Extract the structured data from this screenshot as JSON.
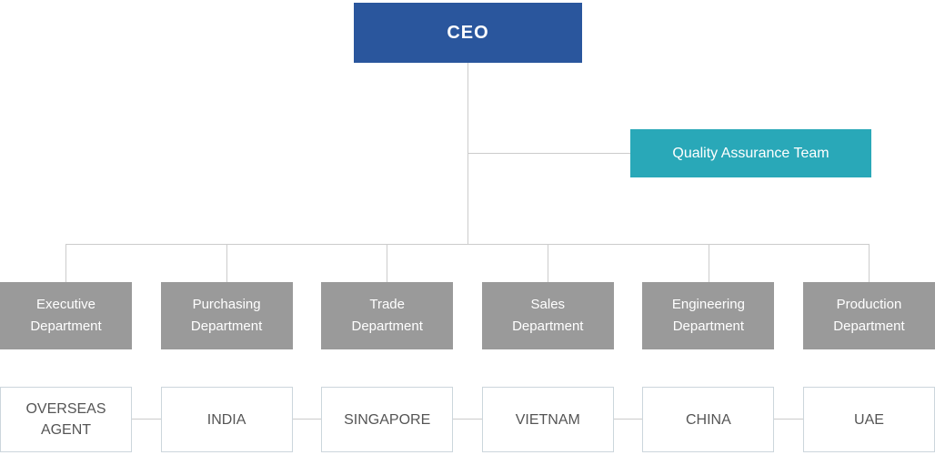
{
  "org_chart": {
    "ceo": {
      "label": "CEO"
    },
    "qa_team": {
      "label": "Quality Assurance Team"
    },
    "departments": [
      {
        "line1": "Executive",
        "line2": "Department"
      },
      {
        "line1": "Purchasing",
        "line2": "Department"
      },
      {
        "line1": "Trade",
        "line2": "Department"
      },
      {
        "line1": "Sales",
        "line2": "Department"
      },
      {
        "line1": "Engineering",
        "line2": "Department"
      },
      {
        "line1": "Production",
        "line2": "Department"
      }
    ],
    "countries": [
      {
        "line1": "OVERSEAS",
        "line2": "AGENT"
      },
      {
        "line1": "INDIA",
        "line2": ""
      },
      {
        "line1": "SINGAPORE",
        "line2": ""
      },
      {
        "line1": "VIETNAM",
        "line2": ""
      },
      {
        "line1": "CHINA",
        "line2": ""
      },
      {
        "line1": "UAE",
        "line2": ""
      }
    ]
  },
  "colors": {
    "page_bg": "#ffffff",
    "ceo_bg": "#2a569d",
    "ceo_text": "#ffffff",
    "qa_bg": "#29a8b8",
    "qa_text": "#ffffff",
    "dept_bg": "#9a9a9a",
    "dept_text": "#ffffff",
    "country_bg": "#ffffff",
    "country_border": "#ccd6dc",
    "country_text": "#555555",
    "line_color": "#cccccc"
  }
}
